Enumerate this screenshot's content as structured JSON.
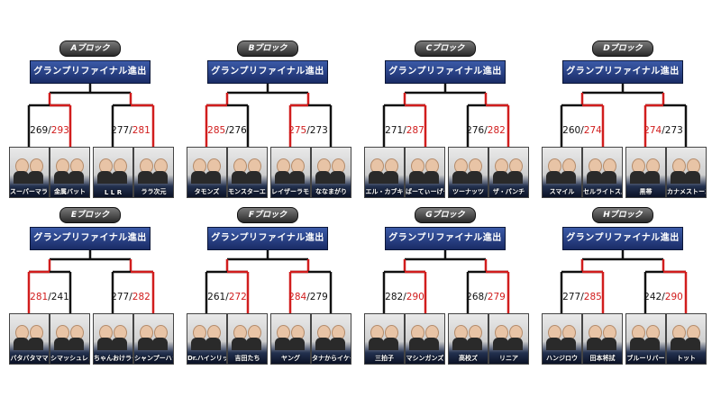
{
  "colors": {
    "winner": "#d11d1d",
    "loser": "#111111",
    "final_bg": "#1f3576"
  },
  "final_label": "グランプリファイナル進出",
  "blocks": [
    {
      "label": "Aブロック",
      "left": {
        "s1": "269",
        "s2": "293",
        "winner": 2,
        "teams": [
          "スーパーマラドーナ",
          "金属バット"
        ]
      },
      "right": {
        "s1": "277",
        "s2": "281",
        "winner": 2,
        "teams": [
          "L L R",
          "ララ次元"
        ]
      }
    },
    {
      "label": "Bブロック",
      "left": {
        "s1": "285",
        "s2": "276",
        "winner": 1,
        "teams": [
          "タモンズ",
          "モンスターエンジン"
        ]
      },
      "right": {
        "s1": "275",
        "s2": "273",
        "winner": 1,
        "teams": [
          "レイザーラモン",
          "ななまがり"
        ]
      }
    },
    {
      "label": "Cブロック",
      "left": {
        "s1": "271",
        "s2": "287",
        "winner": 2,
        "teams": [
          "エル・カブキ",
          "ぱーてぃーげーむ"
        ]
      },
      "right": {
        "s1": "276",
        "s2": "282",
        "winner": 2,
        "teams": [
          "ツーナッツ",
          "ザ・パンチ"
        ]
      }
    },
    {
      "label": "Dブロック",
      "left": {
        "s1": "260",
        "s2": "274",
        "winner": 2,
        "teams": [
          "スマイル",
          "セルライトスパ"
        ]
      },
      "right": {
        "s1": "274",
        "s2": "273",
        "winner": 1,
        "teams": [
          "黒帯",
          "カナメストーン"
        ]
      }
    },
    {
      "label": "Eブロック",
      "left": {
        "s1": "281",
        "s2": "241",
        "winner": 1,
        "teams": [
          "バタバタママ",
          "シマッシュレコード"
        ]
      },
      "right": {
        "s1": "277",
        "s2": "282",
        "winner": 2,
        "teams": [
          "ちゃんおけラーメン",
          "シャンプーハット"
        ]
      }
    },
    {
      "label": "Fブロック",
      "left": {
        "s1": "261",
        "s2": "272",
        "winner": 2,
        "teams": [
          "Dr.ハインリッヒ",
          "吉田たち"
        ]
      },
      "right": {
        "s1": "284",
        "s2": "279",
        "winner": 1,
        "teams": [
          "ヤング",
          "タナからイケダ"
        ]
      }
    },
    {
      "label": "Gブロック",
      "left": {
        "s1": "282",
        "s2": "290",
        "winner": 2,
        "teams": [
          "三拍子",
          "マシンガンズ"
        ]
      },
      "right": {
        "s1": "268",
        "s2": "279",
        "winner": 2,
        "teams": [
          "高校ズ",
          "リニア"
        ]
      }
    },
    {
      "label": "Hブロック",
      "left": {
        "s1": "277",
        "s2": "285",
        "winner": 2,
        "teams": [
          "ハンジロウ",
          "田本将拭"
        ]
      },
      "right": {
        "s1": "242",
        "s2": "290",
        "winner": 2,
        "teams": [
          "ブルーリバー",
          "トット"
        ]
      }
    }
  ]
}
